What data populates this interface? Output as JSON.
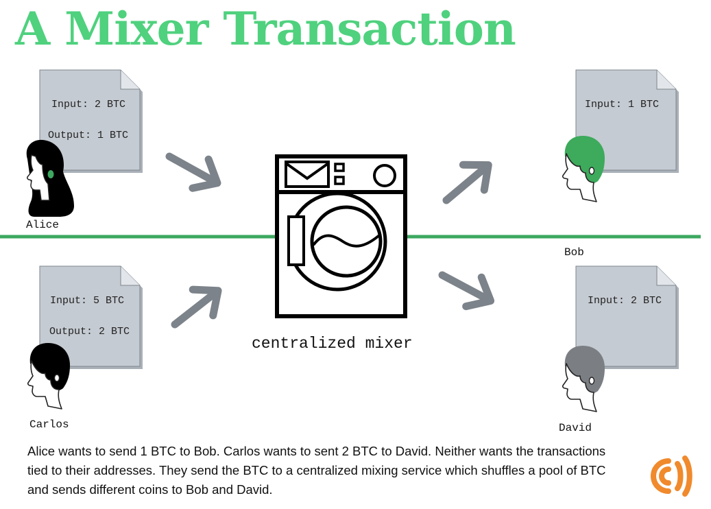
{
  "title": "A Mixer Transaction",
  "senders": {
    "alice": {
      "name": "Alice",
      "input": "Input: 2 BTC",
      "output": "Output: 1 BTC"
    },
    "carlos": {
      "name": "Carlos",
      "input": "Input: 5 BTC",
      "output": "Output: 2 BTC"
    }
  },
  "receivers": {
    "bob": {
      "name": "Bob",
      "input": "Input: 1 BTC"
    },
    "david": {
      "name": "David",
      "input": "Input: 2 BTC"
    }
  },
  "mixer": {
    "label": "centralized mixer"
  },
  "caption": "Alice wants to send 1 BTC to Bob. Carlos wants to sent 2 BTC to David. Neither wants the transactions tied to their addresses. They send the BTC to a centralized mixing service which shuffles a pool of BTC and sends different coins to Bob and David.",
  "colors": {
    "title": "#4fd17e",
    "divider": "#3da860",
    "document": "#c5cbd2",
    "arrow": "#7c838a",
    "bob_hair": "#3daa5c",
    "david_hair": "#7b7f84",
    "logo": "#f08a2c"
  },
  "icons": [
    "document-icon",
    "arrow-icon",
    "washing-machine-icon",
    "person-icon",
    "logo-icon"
  ]
}
